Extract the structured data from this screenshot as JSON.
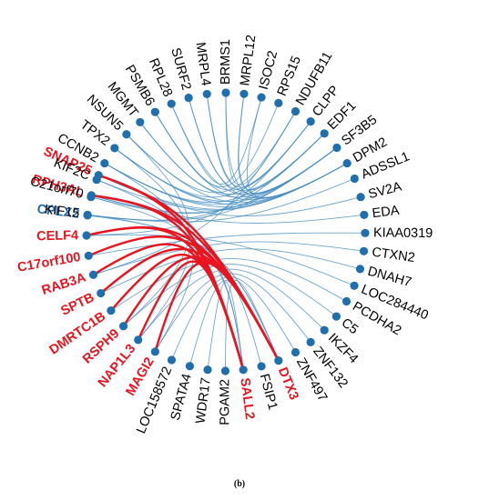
{
  "colors": {
    "edge": "#4a90c2",
    "node": "#1f6fae",
    "highlight_edge": "#e8141f",
    "label_default": "#000000",
    "label_red": "#e8141f",
    "label_blue": "#1f6fae"
  },
  "caption": "(b)",
  "nodes": [
    {
      "label": "SNAP25",
      "style": "red",
      "angle": -156
    },
    {
      "label": "RPH3AL",
      "style": "red",
      "angle": -164.8
    },
    {
      "label": "CPLX2",
      "style": "blue",
      "angle": -173.2
    },
    {
      "label": "CELF4",
      "style": "red",
      "angle": 178.5
    },
    {
      "label": "C17orf100",
      "style": "red",
      "angle": 170.1
    },
    {
      "label": "RAB3A",
      "style": "red",
      "angle": 162
    },
    {
      "label": "SPTB",
      "style": "red",
      "angle": 153.8
    },
    {
      "label": "DMRTC1B",
      "style": "red",
      "angle": 145.5
    },
    {
      "label": "RSPH9",
      "style": "red",
      "angle": 137.3
    },
    {
      "label": "NAP1L3",
      "style": "red",
      "angle": 129
    },
    {
      "label": "MAGI2",
      "style": "red",
      "angle": 120.5
    },
    {
      "label": "LOC158572",
      "style": "default",
      "angle": 112.9
    },
    {
      "label": "SPATA4",
      "style": "default",
      "angle": 105
    },
    {
      "label": "WDR17",
      "style": "default",
      "angle": 97.5
    },
    {
      "label": "PGAM2",
      "style": "default",
      "angle": 90.2
    },
    {
      "label": "SALL2",
      "style": "red",
      "angle": 82.8
    },
    {
      "label": "FSIP1",
      "style": "default",
      "angle": 75.2
    },
    {
      "label": "DTX3",
      "style": "red",
      "angle": 67.8
    },
    {
      "label": "ZNF497",
      "style": "default",
      "angle": 60
    },
    {
      "label": "ZNF132",
      "style": "default",
      "angle": 52.5
    },
    {
      "label": "IKZF4",
      "style": "default",
      "angle": 45
    },
    {
      "label": "C5",
      "style": "default",
      "angle": 37.5
    },
    {
      "label": "PCDHA2",
      "style": "default",
      "angle": 30
    },
    {
      "label": "LOC284440",
      "style": "default",
      "angle": 22.8
    },
    {
      "label": "DNAH7",
      "style": "default",
      "angle": 15.5
    },
    {
      "label": "CTXN2",
      "style": "default",
      "angle": 8
    },
    {
      "label": "KIAA0319",
      "style": "default",
      "angle": 0.5
    },
    {
      "label": "EDA",
      "style": "default",
      "angle": -7
    },
    {
      "label": "SV2A",
      "style": "default",
      "angle": -14.5
    },
    {
      "label": "ADSSL1",
      "style": "default",
      "angle": -22.5
    },
    {
      "label": "DPM2",
      "style": "default",
      "angle": -29.5
    },
    {
      "label": "SF3B5",
      "style": "default",
      "angle": -37.2
    },
    {
      "label": "EDF1",
      "style": "default",
      "angle": -45
    },
    {
      "label": "CLPP",
      "style": "default",
      "angle": -52.5
    },
    {
      "label": "NDUFB11",
      "style": "default",
      "angle": -60
    },
    {
      "label": "RPS15",
      "style": "default",
      "angle": -67.8
    },
    {
      "label": "ISOC2",
      "style": "default",
      "angle": -75.2
    },
    {
      "label": "MRPL12",
      "style": "default",
      "angle": -82.5
    },
    {
      "label": "BRMS1",
      "style": "default",
      "angle": -90
    },
    {
      "label": "MRPL4",
      "style": "default",
      "angle": -97.8
    },
    {
      "label": "SURF2",
      "style": "default",
      "angle": -105.5
    },
    {
      "label": "RPL28",
      "style": "default",
      "angle": -113
    },
    {
      "label": "PSMB6",
      "style": "default",
      "angle": -120.5
    },
    {
      "label": "MGMT",
      "style": "default",
      "angle": -128
    },
    {
      "label": "NSUN5",
      "style": "default",
      "angle": -135.5
    },
    {
      "label": "TPX2",
      "style": "default",
      "angle": -143
    },
    {
      "label": "CCNB2",
      "style": "default",
      "angle": -150.5
    },
    {
      "label": "KIF2C",
      "style": "default",
      "angle": -158
    },
    {
      "label": "C21orf70",
      "style": "default",
      "angle": -165.5
    },
    {
      "label": "KIF15",
      "style": "default",
      "angle": -173
    }
  ],
  "edges": [
    {
      "source": "SNAP25",
      "target": "DTX3",
      "color": "red"
    },
    {
      "source": "SNAP25",
      "target": "SALL2",
      "color": "red"
    },
    {
      "source": "RPH3AL",
      "target": "DTX3",
      "color": "red"
    },
    {
      "source": "RPH3AL",
      "target": "SALL2",
      "color": "red"
    },
    {
      "source": "CELF4",
      "target": "DTX3",
      "color": "red"
    },
    {
      "source": "CELF4",
      "target": "SALL2",
      "color": "red"
    },
    {
      "source": "C17orf100",
      "target": "DTX3",
      "color": "red"
    },
    {
      "source": "RAB3A",
      "target": "SALL2",
      "color": "red"
    },
    {
      "source": "SPTB",
      "target": "DTX3",
      "color": "red"
    },
    {
      "source": "DMRTC1B",
      "target": "SALL2",
      "color": "red"
    },
    {
      "source": "RSPH9",
      "target": "DTX3",
      "color": "red"
    },
    {
      "source": "NAP1L3",
      "target": "SALL2",
      "color": "red"
    },
    {
      "source": "MAGI2",
      "target": "DTX3",
      "color": "red"
    },
    {
      "source": "CPLX2",
      "target": "DTX3",
      "color": "blue"
    },
    {
      "source": "KIF15",
      "target": "DTX3",
      "color": "blue"
    },
    {
      "source": "C21orf70",
      "target": "SALL2",
      "color": "blue"
    },
    {
      "source": "KIF2C",
      "target": "SALL2",
      "color": "blue"
    },
    {
      "source": "KIF15",
      "target": "ADSSL1",
      "color": "blue"
    },
    {
      "source": "SNAP25",
      "target": "SV2A",
      "color": "blue"
    },
    {
      "source": "RPH3AL",
      "target": "EDA",
      "color": "blue"
    },
    {
      "source": "C17orf100",
      "target": "KIAA0319",
      "color": "blue"
    },
    {
      "source": "RAB3A",
      "target": "CTXN2",
      "color": "blue"
    },
    {
      "source": "SPTB",
      "target": "DNAH7",
      "color": "blue"
    },
    {
      "source": "CELF4",
      "target": "LOC284440",
      "color": "blue"
    },
    {
      "source": "DMRTC1B",
      "target": "PCDHA2",
      "color": "blue"
    },
    {
      "source": "RSPH9",
      "target": "C5",
      "color": "blue"
    },
    {
      "source": "NAP1L3",
      "target": "IKZF4",
      "color": "blue"
    },
    {
      "source": "MAGI2",
      "target": "ZNF132",
      "color": "blue"
    },
    {
      "source": "LOC158572",
      "target": "ZNF497",
      "color": "blue"
    },
    {
      "source": "SPATA4",
      "target": "FSIP1",
      "color": "blue"
    },
    {
      "source": "WDR17",
      "target": "SALL2",
      "color": "blue"
    },
    {
      "source": "PGAM2",
      "target": "DTX3",
      "color": "blue"
    },
    {
      "source": "CCNB2",
      "target": "SF3B5",
      "color": "blue"
    },
    {
      "source": "CCNB2",
      "target": "DPM2",
      "color": "blue"
    },
    {
      "source": "CCNB2",
      "target": "EDF1",
      "color": "blue"
    },
    {
      "source": "TPX2",
      "target": "SF3B5",
      "color": "blue"
    },
    {
      "source": "TPX2",
      "target": "DPM2",
      "color": "blue"
    },
    {
      "source": "TPX2",
      "target": "CLPP",
      "color": "blue"
    },
    {
      "source": "NSUN5",
      "target": "DPM2",
      "color": "blue"
    },
    {
      "source": "NSUN5",
      "target": "NDUFB11",
      "color": "blue"
    },
    {
      "source": "MGMT",
      "target": "SF3B5",
      "color": "blue"
    },
    {
      "source": "MGMT",
      "target": "EDF1",
      "color": "blue"
    },
    {
      "source": "PSMB6",
      "target": "DPM2",
      "color": "blue"
    },
    {
      "source": "PSMB6",
      "target": "RPS15",
      "color": "blue"
    },
    {
      "source": "PSMB6",
      "target": "CLPP",
      "color": "blue"
    },
    {
      "source": "RPL28",
      "target": "SF3B5",
      "color": "blue"
    },
    {
      "source": "RPL28",
      "target": "ISOC2",
      "color": "blue"
    },
    {
      "source": "SURF2",
      "target": "DPM2",
      "color": "blue"
    },
    {
      "source": "SURF2",
      "target": "EDF1",
      "color": "blue"
    },
    {
      "source": "MRPL4",
      "target": "SF3B5",
      "color": "blue"
    },
    {
      "source": "MRPL4",
      "target": "CLPP",
      "color": "blue"
    },
    {
      "source": "BRMS1",
      "target": "DPM2",
      "color": "blue"
    },
    {
      "source": "BRMS1",
      "target": "NDUFB11",
      "color": "blue"
    },
    {
      "source": "MRPL12",
      "target": "SF3B5",
      "color": "blue"
    },
    {
      "source": "MRPL12",
      "target": "EDF1",
      "color": "blue"
    },
    {
      "source": "ISOC2",
      "target": "DPM2",
      "color": "blue"
    },
    {
      "source": "KIF2C",
      "target": "DPM2",
      "color": "blue"
    },
    {
      "source": "C21orf70",
      "target": "SF3B5",
      "color": "blue"
    },
    {
      "source": "KIF15",
      "target": "SF3B5",
      "color": "blue"
    },
    {
      "source": "SNAP25",
      "target": "DPM2",
      "color": "blue"
    },
    {
      "source": "RPH3AL",
      "target": "SF3B5",
      "color": "blue"
    },
    {
      "source": "CPLX2",
      "target": "EDF1",
      "color": "blue"
    },
    {
      "source": "CELF4",
      "target": "CLPP",
      "color": "blue"
    },
    {
      "source": "RAB3A",
      "target": "NDUFB11",
      "color": "blue"
    },
    {
      "source": "CCNB2",
      "target": "MAGI2",
      "color": "blue"
    },
    {
      "source": "TPX2",
      "target": "NAP1L3",
      "color": "blue"
    },
    {
      "source": "NSUN5",
      "target": "RSPH9",
      "color": "blue"
    }
  ]
}
